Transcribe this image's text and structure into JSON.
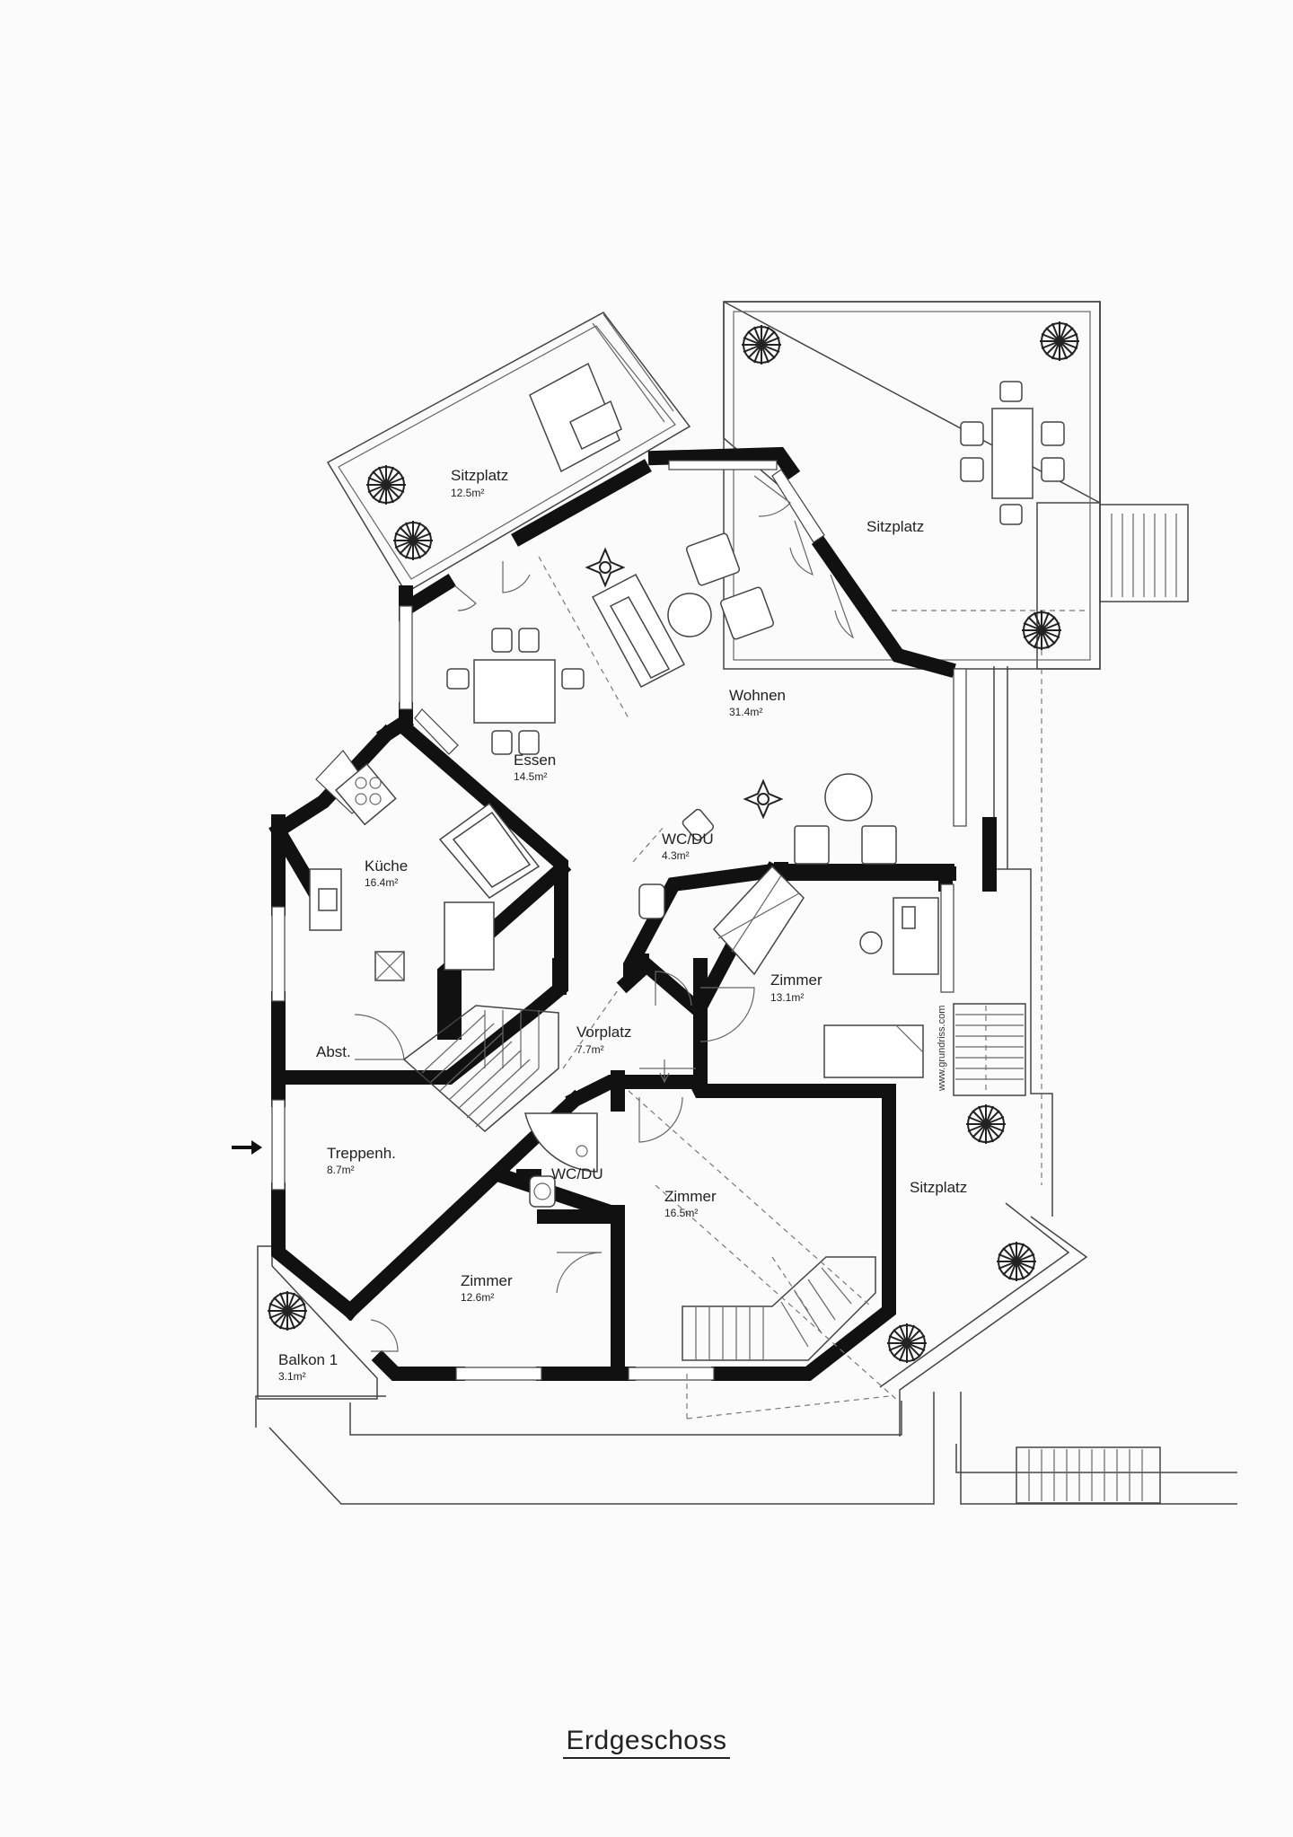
{
  "title": "Erdgeschoss",
  "rooms": [
    {
      "id": "sitzplatz-nw",
      "name": "Sitzplatz",
      "area": "12.5m²"
    },
    {
      "id": "sitzplatz-ne",
      "name": "Sitzplatz",
      "area": ""
    },
    {
      "id": "wohnen",
      "name": "Wohnen",
      "area": "31.4m²"
    },
    {
      "id": "essen",
      "name": "Essen",
      "area": "14.5m²"
    },
    {
      "id": "kueche",
      "name": "Küche",
      "area": "16.4m²"
    },
    {
      "id": "wcdu-1",
      "name": "WC/DU",
      "area": "4.3m²"
    },
    {
      "id": "zimmer-east",
      "name": "Zimmer",
      "area": "13.1m²"
    },
    {
      "id": "vorplatz",
      "name": "Vorplatz",
      "area": "7.7m²"
    },
    {
      "id": "abst",
      "name": "Abst.",
      "area": ""
    },
    {
      "id": "treppenh",
      "name": "Treppenh.",
      "area": "8.7m²"
    },
    {
      "id": "wcdu-2",
      "name": "WC/DU",
      "area": ""
    },
    {
      "id": "zimmer-south",
      "name": "Zimmer",
      "area": "16.5m²"
    },
    {
      "id": "sitzplatz-e",
      "name": "Sitzplatz",
      "area": ""
    },
    {
      "id": "zimmer-sw",
      "name": "Zimmer",
      "area": "12.6m²"
    },
    {
      "id": "balkon",
      "name": "Balkon 1",
      "area": "3.1m²"
    }
  ],
  "watermark": "www.grundriss.com",
  "entrance_icon": "arrow-right-icon",
  "colors": {
    "wall": "#111111",
    "line": "#444444",
    "background": "#fbfbfb"
  }
}
